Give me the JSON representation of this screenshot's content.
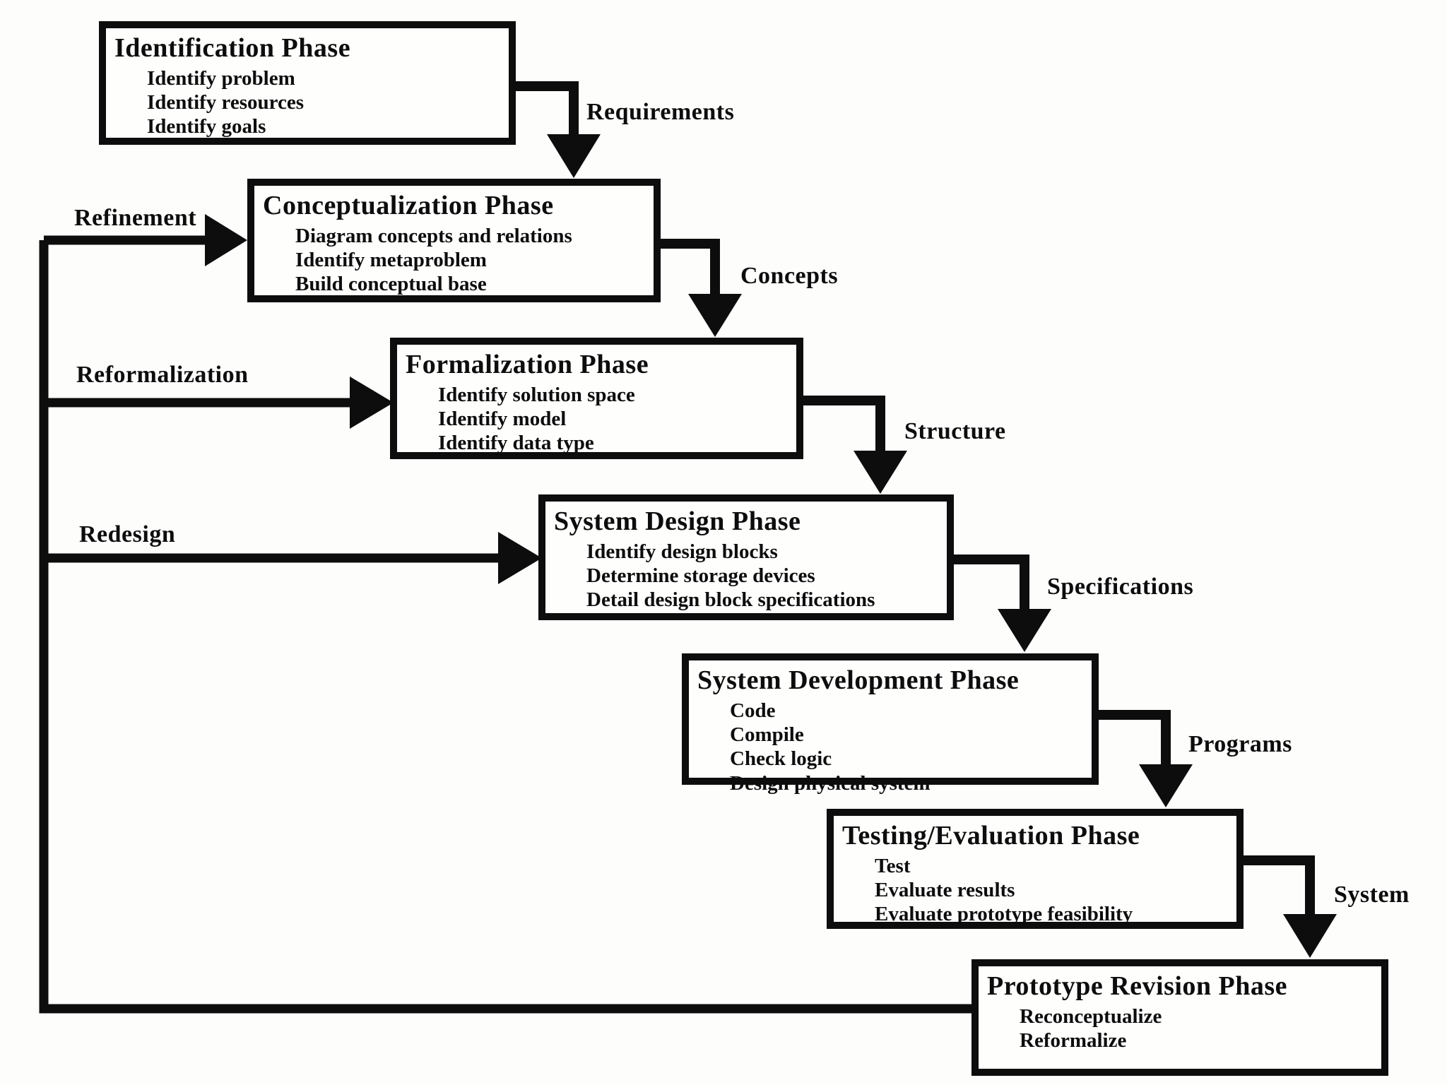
{
  "phases": [
    {
      "title": "Identification Phase",
      "items": [
        "Identify problem",
        "Identify resources",
        "Identify goals"
      ]
    },
    {
      "title": "Conceptualization Phase",
      "items": [
        "Diagram concepts and relations",
        "Identify metaproblem",
        "Build conceptual base"
      ]
    },
    {
      "title": "Formalization Phase",
      "items": [
        "Identify solution space",
        "Identify model",
        "Identify data type"
      ]
    },
    {
      "title": "System Design Phase",
      "items": [
        "Identify design blocks",
        "Determine storage devices",
        "Detail design block specifications"
      ]
    },
    {
      "title": "System Development Phase",
      "items": [
        "Code",
        "Compile",
        "Check logic",
        "Design physical system"
      ]
    },
    {
      "title": "Testing/Evaluation Phase",
      "items": [
        "Test",
        "Evaluate results",
        "Evaluate prototype feasibility"
      ]
    },
    {
      "title": "Prototype Revision Phase",
      "items": [
        "Reconceptualize",
        "Reformalize"
      ]
    }
  ],
  "flow_labels": [
    "Requirements",
    "Concepts",
    "Structure",
    "Specifications",
    "Programs",
    "System"
  ],
  "feedback_labels": [
    "Refinement",
    "Reformalization",
    "Redesign"
  ],
  "colors": {
    "ink": "#0d0d0d",
    "background": "#fdfdfc"
  }
}
